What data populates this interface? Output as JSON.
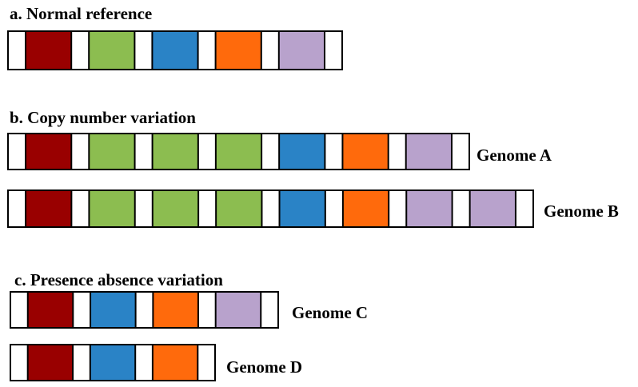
{
  "colors": {
    "red": "#990000",
    "green": "#8cbd50",
    "blue": "#2a83c6",
    "orange": "#ff6a0c",
    "purple": "#b8a2cc",
    "gap": "#ffffff",
    "outline": "#000000"
  },
  "sections": [
    {
      "title": "a. Normal reference",
      "genomes": [
        {
          "label": "",
          "segments": [
            "red",
            "green",
            "blue",
            "orange",
            "purple"
          ]
        }
      ]
    },
    {
      "title": "b. Copy number variation",
      "genomes": [
        {
          "label": "Genome A",
          "segments": [
            "red",
            "green",
            "green",
            "green",
            "blue",
            "orange",
            "purple"
          ]
        },
        {
          "label": "Genome B",
          "segments": [
            "red",
            "green",
            "green",
            "green",
            "blue",
            "orange",
            "purple",
            "purple"
          ]
        }
      ]
    },
    {
      "title": "c. Presence absence variation",
      "genomes": [
        {
          "label": "Genome C",
          "segments": [
            "red",
            "blue",
            "orange",
            "purple"
          ]
        },
        {
          "label": "Genome D",
          "segments": [
            "red",
            "blue",
            "orange"
          ]
        }
      ]
    }
  ]
}
